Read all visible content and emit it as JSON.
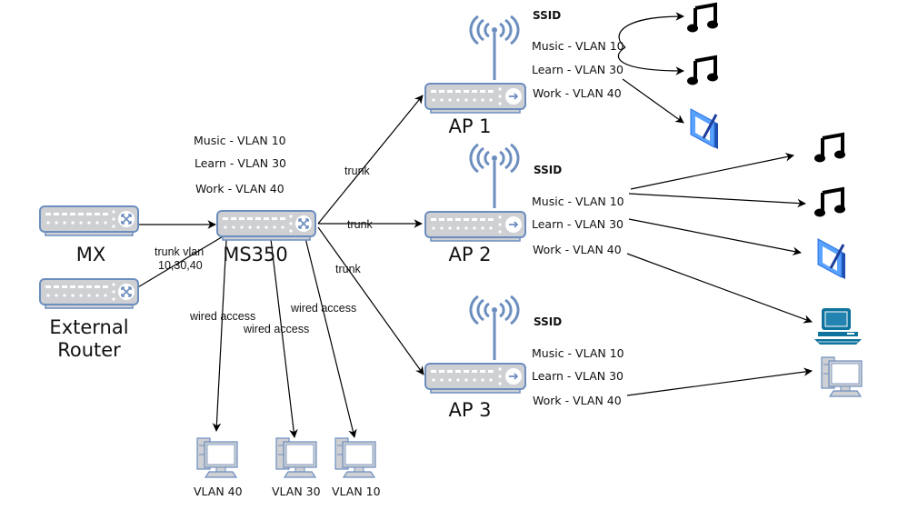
{
  "devices": {
    "mx": {
      "label": "MX"
    },
    "external_router": {
      "label_line1": "External",
      "label_line2": "Router"
    },
    "switch": {
      "label": "MS350"
    },
    "ap1": {
      "label": "AP 1"
    },
    "ap2": {
      "label": "AP 2"
    },
    "ap3": {
      "label": "AP 3"
    }
  },
  "switch_vlans": [
    "Music - VLAN 10",
    "Learn - VLAN 30",
    "Work - VLAN 40"
  ],
  "access_points": [
    {
      "name": "AP 1",
      "ssid_title": "SSID",
      "ssids": [
        "Music - VLAN 10",
        "Learn - VLAN 30",
        "Work - VLAN 40"
      ]
    },
    {
      "name": "AP 2",
      "ssid_title": "SSID",
      "ssids": [
        "Music - VLAN 10",
        "Learn - VLAN 30",
        "Work - VLAN 40"
      ]
    },
    {
      "name": "AP 3",
      "ssid_title": "SSID",
      "ssids": [
        "Music - VLAN 10",
        "Learn - VLAN 30",
        "Work - VLAN 40"
      ]
    }
  ],
  "edge_labels": {
    "router_trunk_line1": "trunk vlan",
    "router_trunk_line2": "10,30,40",
    "trunk_ap1": "trunk",
    "trunk_ap2": "trunk",
    "trunk_ap3": "trunk",
    "wired_1": "wired access",
    "wired_2": "wired access",
    "wired_3": "wired access"
  },
  "wired_clients": [
    {
      "label": "VLAN 40",
      "icon": "desktop-pc-icon"
    },
    {
      "label": "VLAN 30",
      "icon": "desktop-pc-icon"
    },
    {
      "label": "VLAN 10",
      "icon": "desktop-pc-icon"
    }
  ],
  "wireless_clients": [
    {
      "icon": "music-note-icon",
      "connected_to": "AP 1 Music - VLAN 10"
    },
    {
      "icon": "music-note-icon",
      "connected_to": "AP 1 Music - VLAN 10"
    },
    {
      "icon": "tablet-icon",
      "connected_to": "AP 1 Work - VLAN 40"
    },
    {
      "icon": "music-note-icon",
      "connected_to": "AP 2 Music - VLAN 10"
    },
    {
      "icon": "music-note-icon",
      "connected_to": "AP 2 Music - VLAN 10"
    },
    {
      "icon": "tablet-icon",
      "connected_to": "AP 2 Learn - VLAN 30"
    },
    {
      "icon": "laptop-terminal-icon",
      "connected_to": "AP 2 Work - VLAN 40"
    },
    {
      "icon": "desktop-pc-icon",
      "connected_to": "AP 3 Work - VLAN 40"
    }
  ],
  "colors": {
    "device_fill": "#cfd0d3",
    "device_stroke": "#6c8ebf",
    "tablet_blue": "#3d8cf0",
    "terminal_teal": "#10739e",
    "edge": "#000000"
  }
}
